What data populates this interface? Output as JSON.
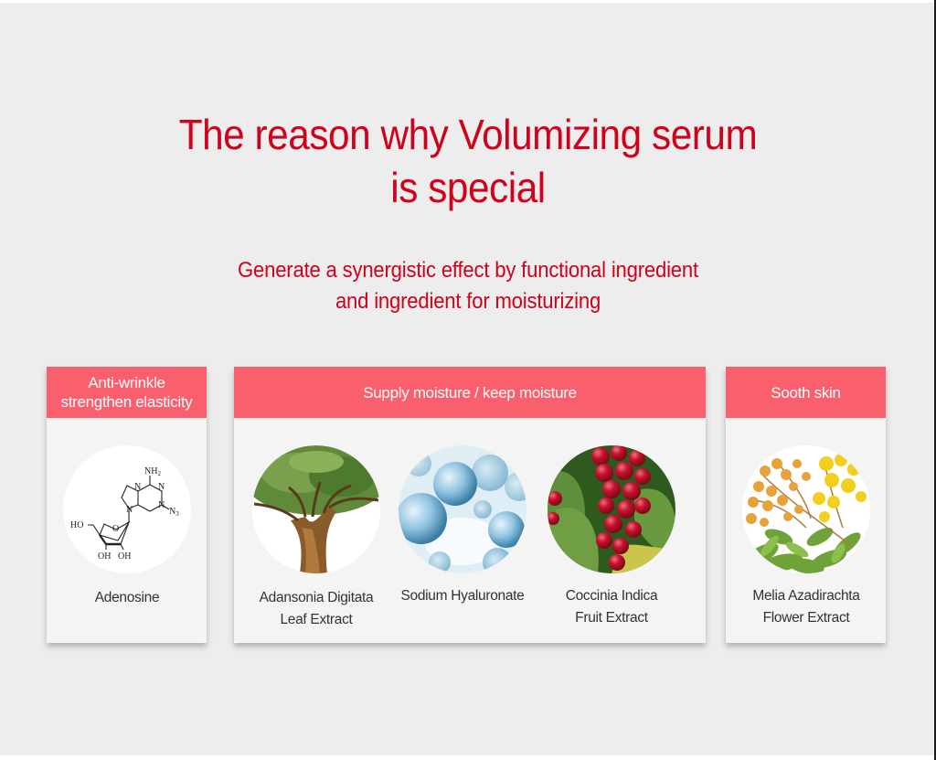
{
  "header": {
    "title_line1": "The reason why Volumizing serum",
    "title_line2": "is special",
    "subtitle_line1": "Generate a synergistic effect by functional ingredient",
    "subtitle_line2": "and ingredient for moisturizing"
  },
  "colors": {
    "accent_red": "#d0021b",
    "header_pink": "#fa5f6d",
    "panel_bg": "#f4f4f4",
    "page_bg": "#ededed",
    "label_text": "#333333"
  },
  "panels": [
    {
      "header_line1": "Anti-wrinkle",
      "header_line2": "strengthen elasticity",
      "items": [
        {
          "label": "Adenosine",
          "image": "adenosine-molecule-icon",
          "molecule_labels": {
            "nh2": "NH",
            "nh2_sub": "2",
            "n": "N",
            "n3": "N",
            "n3_sub": "3",
            "ho": "HO",
            "o": "O",
            "oh": "OH"
          }
        }
      ]
    },
    {
      "header_line1": "Supply moisture / keep moisture",
      "items": [
        {
          "label": "Adansonia Digitata\nLeaf Extract",
          "image": "baobab-tree-icon"
        },
        {
          "label": "Sodium Hyaluronate",
          "image": "water-bubbles-icon"
        },
        {
          "label": "Coccinia Indica\nFruit Extract",
          "image": "red-berries-icon"
        }
      ]
    },
    {
      "header_line1": "Sooth skin",
      "items": [
        {
          "label": "Melia Azadirachta\nFlower Extract",
          "image": "neem-flower-icon"
        }
      ]
    }
  ]
}
